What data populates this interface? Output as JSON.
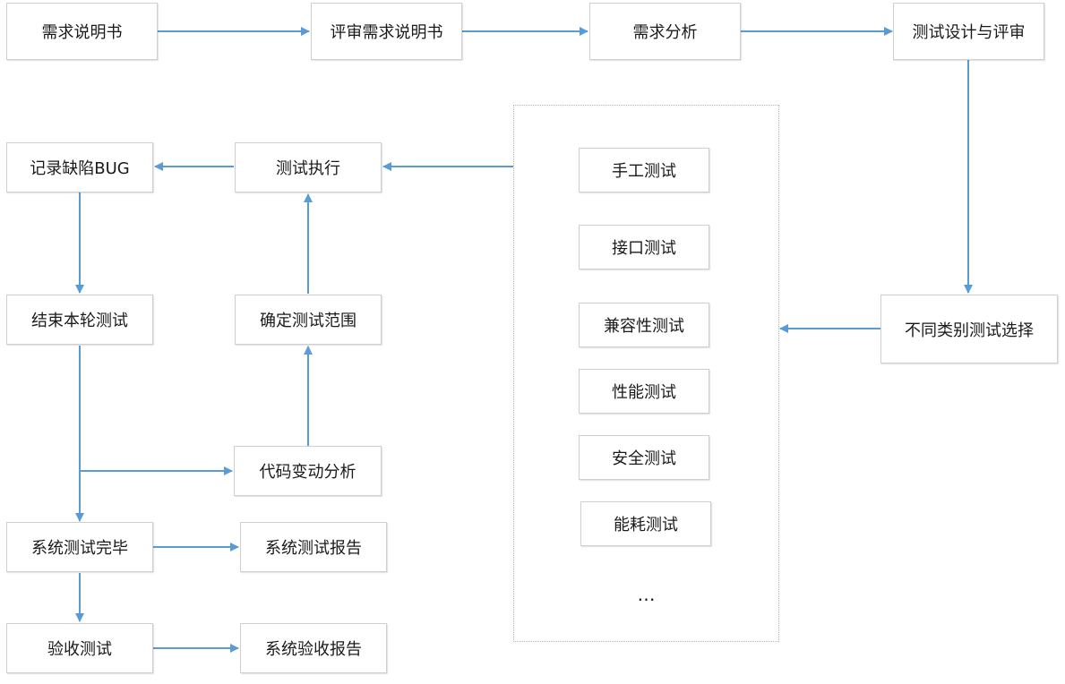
{
  "colors": {
    "arrow": "#5b9bd5",
    "box_border": "#cfcfcf",
    "text": "#1a1a1a"
  },
  "nodes": {
    "requirements_spec": "需求说明书",
    "review_requirements_spec": "评审需求说明书",
    "requirements_analysis": "需求分析",
    "test_design_review": "测试设计与评审",
    "test_type_selection": "不同类别测试选择",
    "test_execution": "测试执行",
    "record_bug": "记录缺陷BUG",
    "end_round": "结束本轮测试",
    "determine_scope": "确定测试范围",
    "code_change_analysis": "代码变动分析",
    "system_test_complete": "系统测试完毕",
    "system_test_report": "系统测试报告",
    "acceptance_test": "验收测试",
    "acceptance_report": "系统验收报告"
  },
  "test_types": [
    "手工测试",
    "接口测试",
    "兼容性测试",
    "性能测试",
    "安全测试",
    "能耗测试"
  ],
  "more_indicator": "…"
}
